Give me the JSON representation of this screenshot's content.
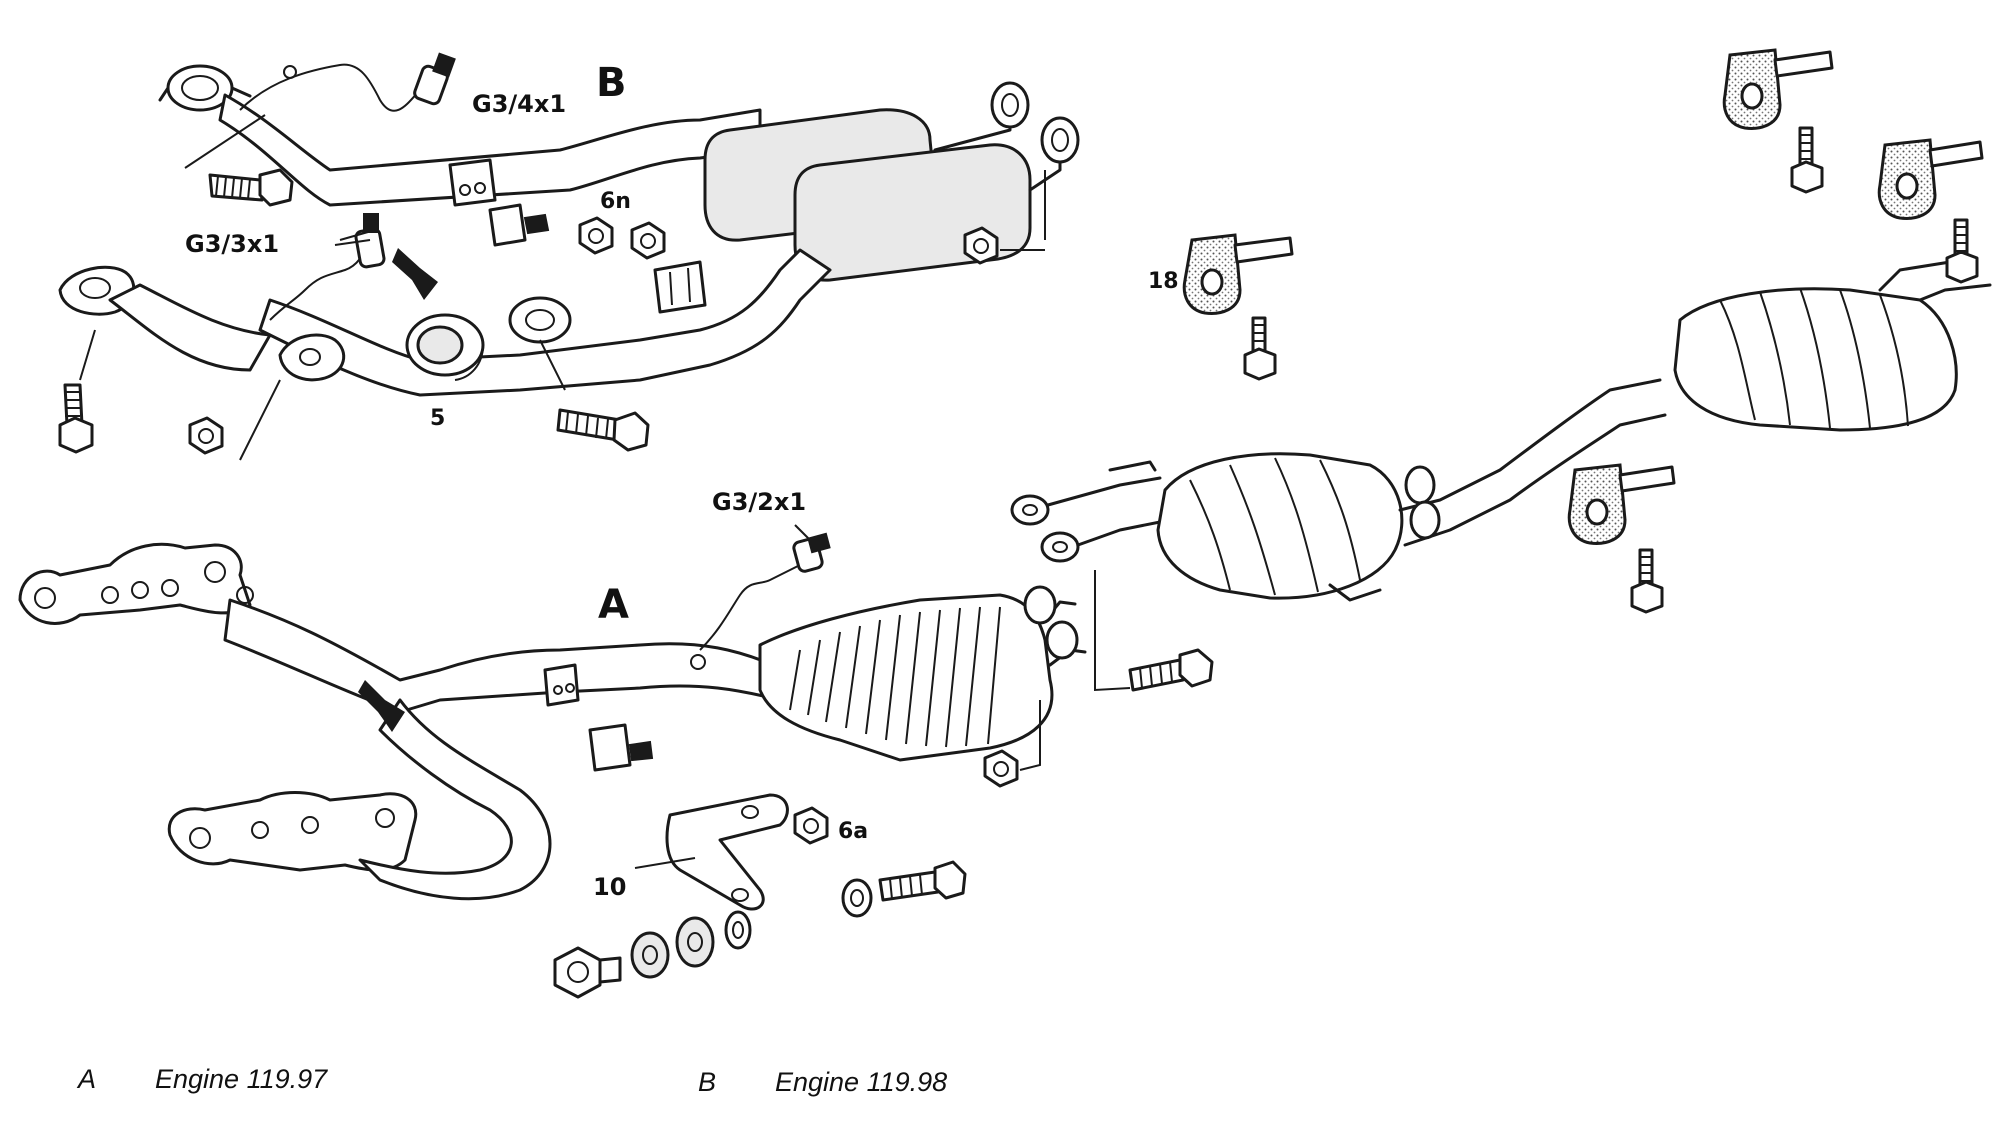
{
  "labels": {
    "g3_4x1": "G3/4x1",
    "b_marker": "B",
    "g3_3x1": "G3/3x1",
    "six_n": "6n",
    "five": "5",
    "eighteen": "18",
    "g3_2x1": "G3/2x1",
    "a_marker": "A",
    "six_a": "6a",
    "ten": "10"
  },
  "legend": {
    "a_letter": "A",
    "a_text": "Engine 119.97",
    "b_letter": "B",
    "b_text": "Engine 119.98"
  }
}
